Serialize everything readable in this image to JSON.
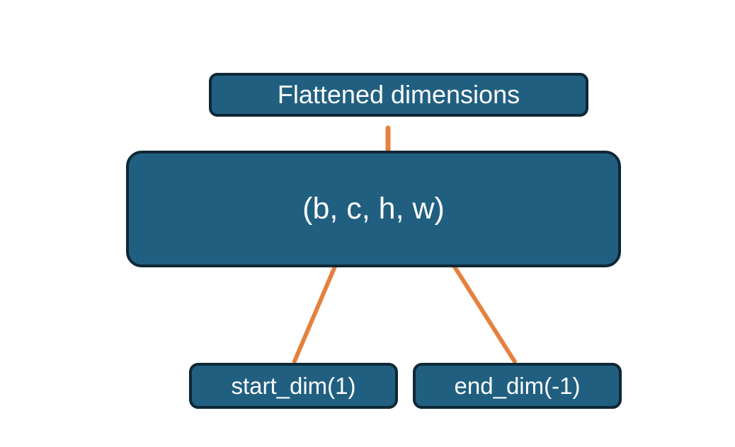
{
  "diagram": {
    "title": "Flatten dimensions diagram",
    "colors": {
      "box_fill": "#215f80",
      "box_border": "#0e2836",
      "accent_orange": "#e5813d",
      "text": "#fcfdfe",
      "background": "#ffffff"
    },
    "nodes": {
      "flattened": {
        "label": "Flattened dimensions"
      },
      "tensor": {
        "label": "(b, c, h, w)"
      },
      "start_dim": {
        "label": "start_dim(1)"
      },
      "end_dim": {
        "label": "end_dim(-1)"
      }
    },
    "connectors": {
      "brace": "curly-brace spanning flattened dims (c, h, w) pointing up to Flattened dimensions box",
      "arrow_start": "arrow from start_dim(1) box up to dimension c",
      "arrow_end": "arrow from end_dim(-1) box up to dimension w"
    }
  }
}
